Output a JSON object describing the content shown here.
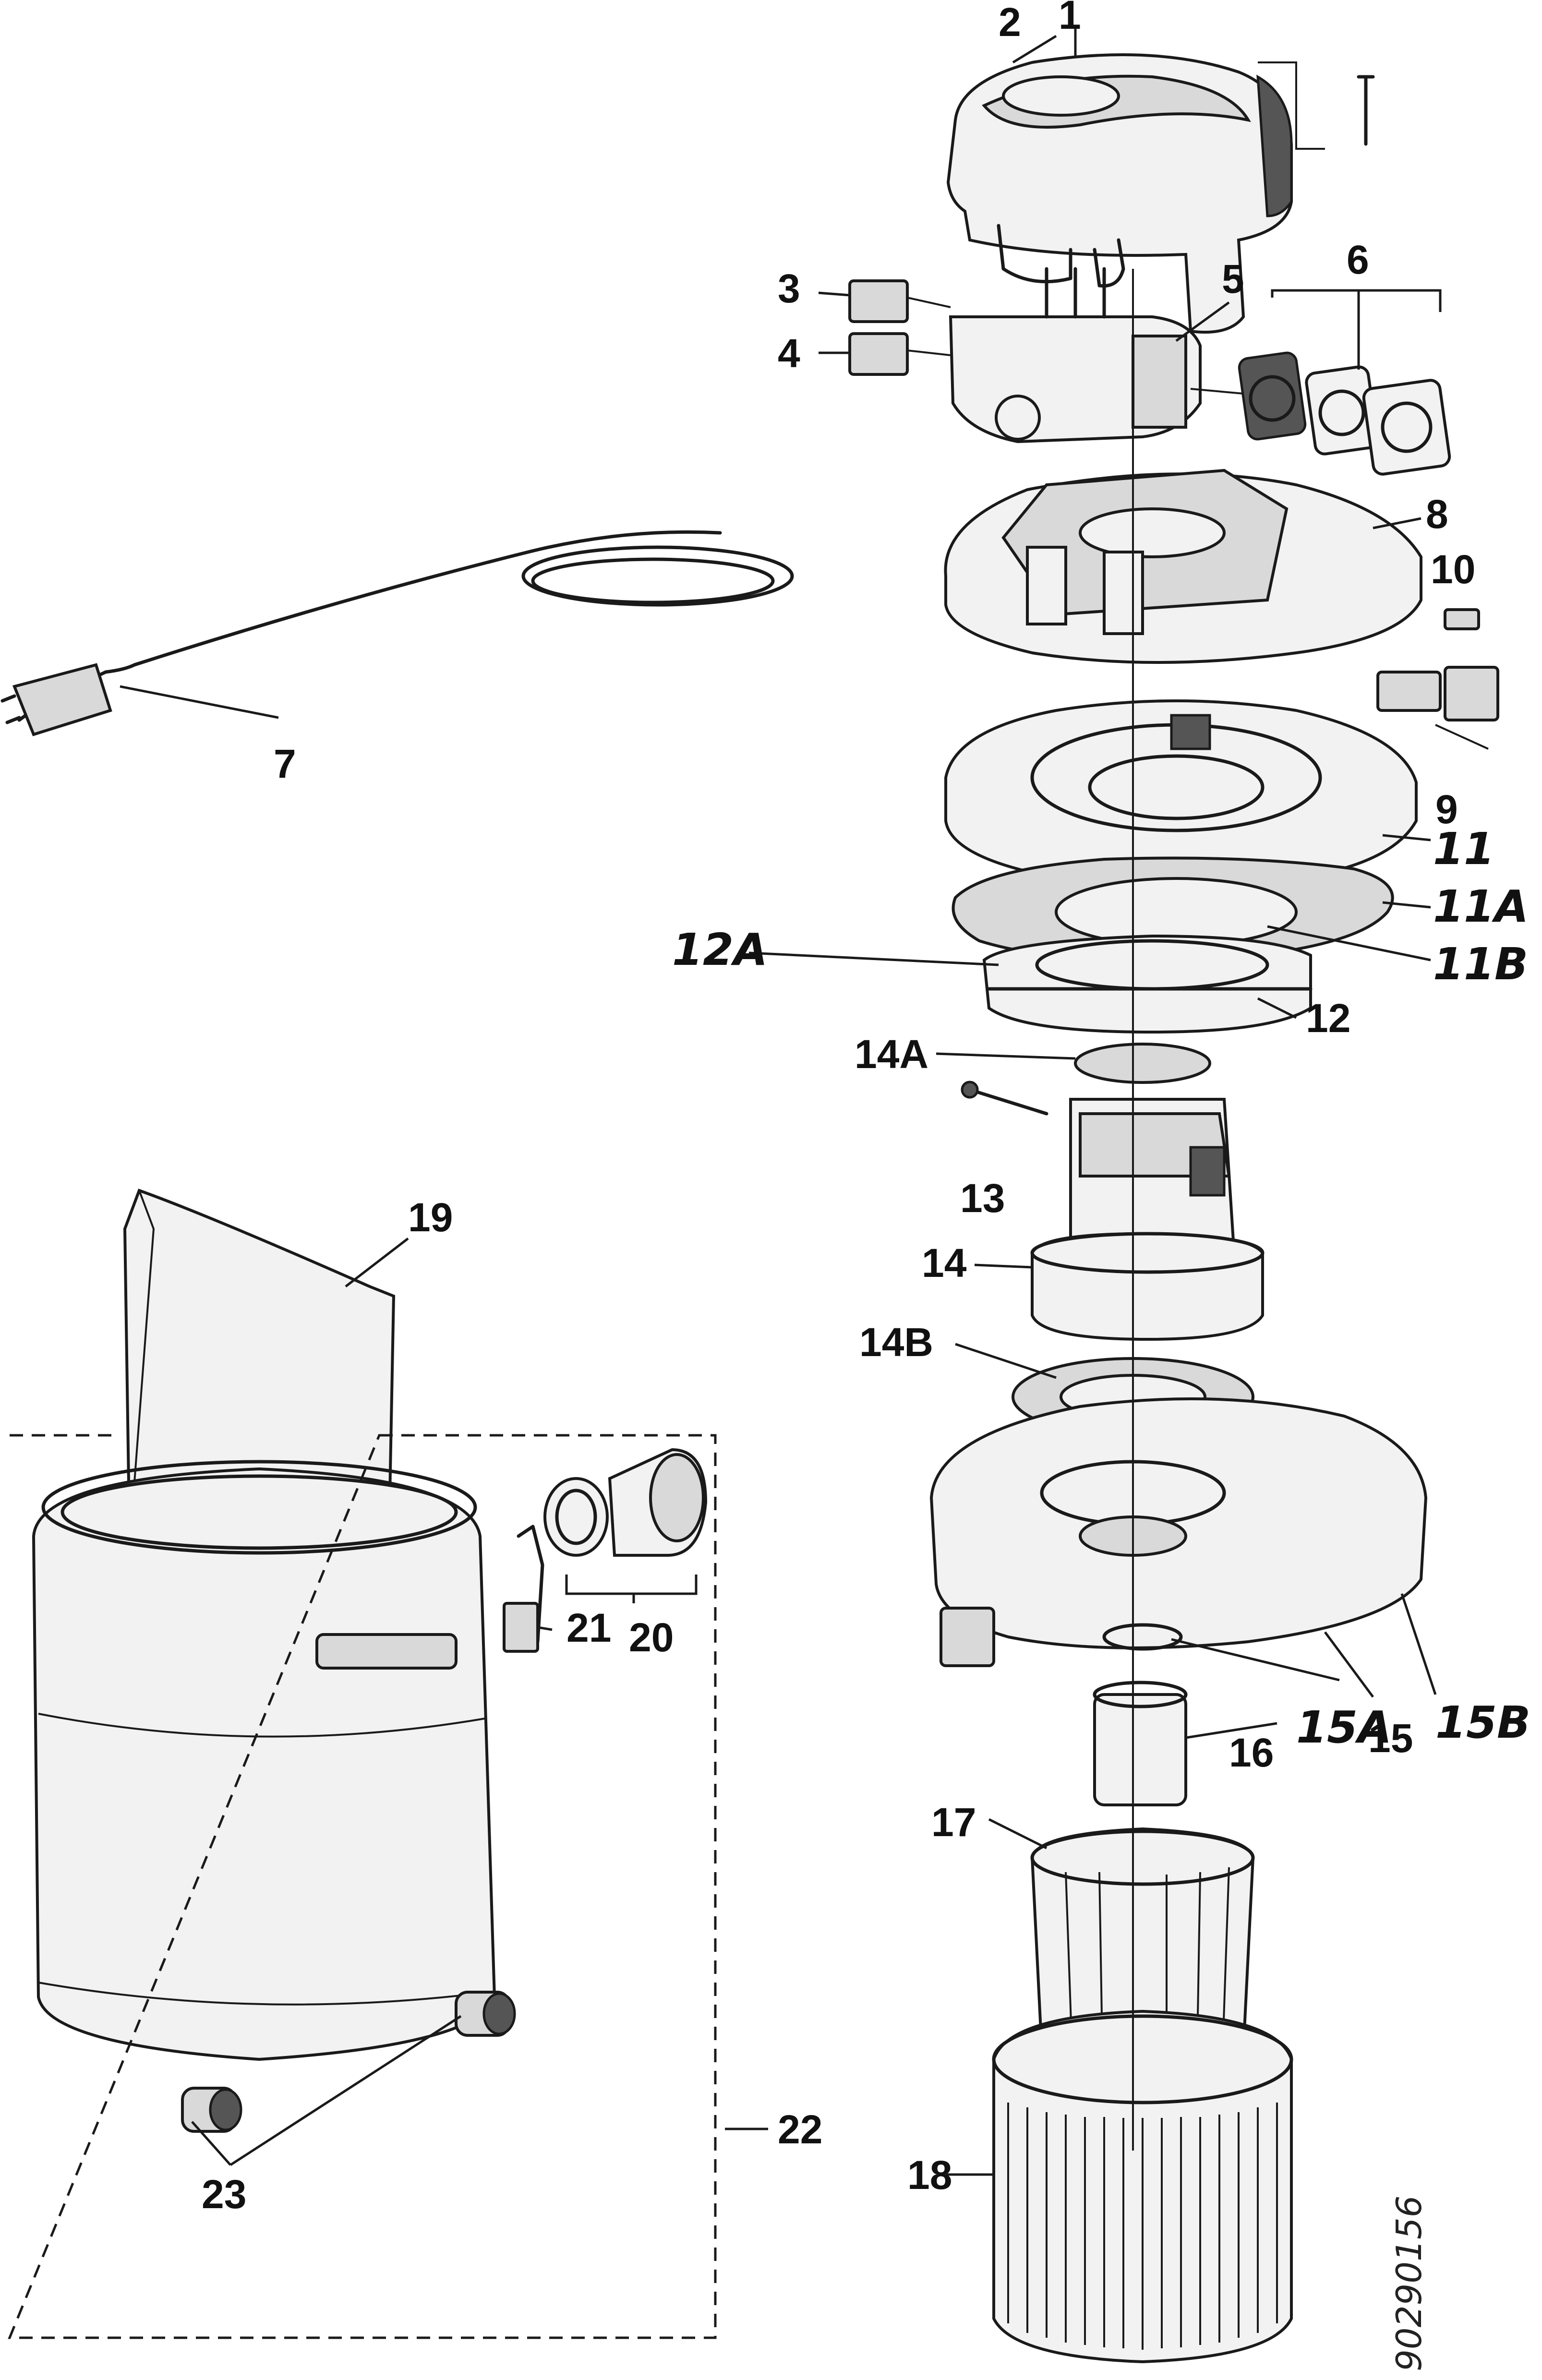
{
  "labels": {
    "l1": "1",
    "l2": "2",
    "l3": "3",
    "l4": "4",
    "l5": "5",
    "l6": "6",
    "l7": "7",
    "l8": "8",
    "l9": "9",
    "l10": "10",
    "l11": "11",
    "l11a": "11A",
    "l11b": "11B",
    "l12": "12",
    "l12a": "12A",
    "l13": "13",
    "l14": "14",
    "l14a": "14A",
    "l14b": "14B",
    "l15": "15",
    "l15a": "15A",
    "l15b": "15B",
    "l16": "16",
    "l17": "17",
    "l18": "18",
    "l19": "19",
    "l20": "20",
    "l21": "21",
    "l22": "22",
    "l23": "23"
  },
  "reference_code": "90290156"
}
